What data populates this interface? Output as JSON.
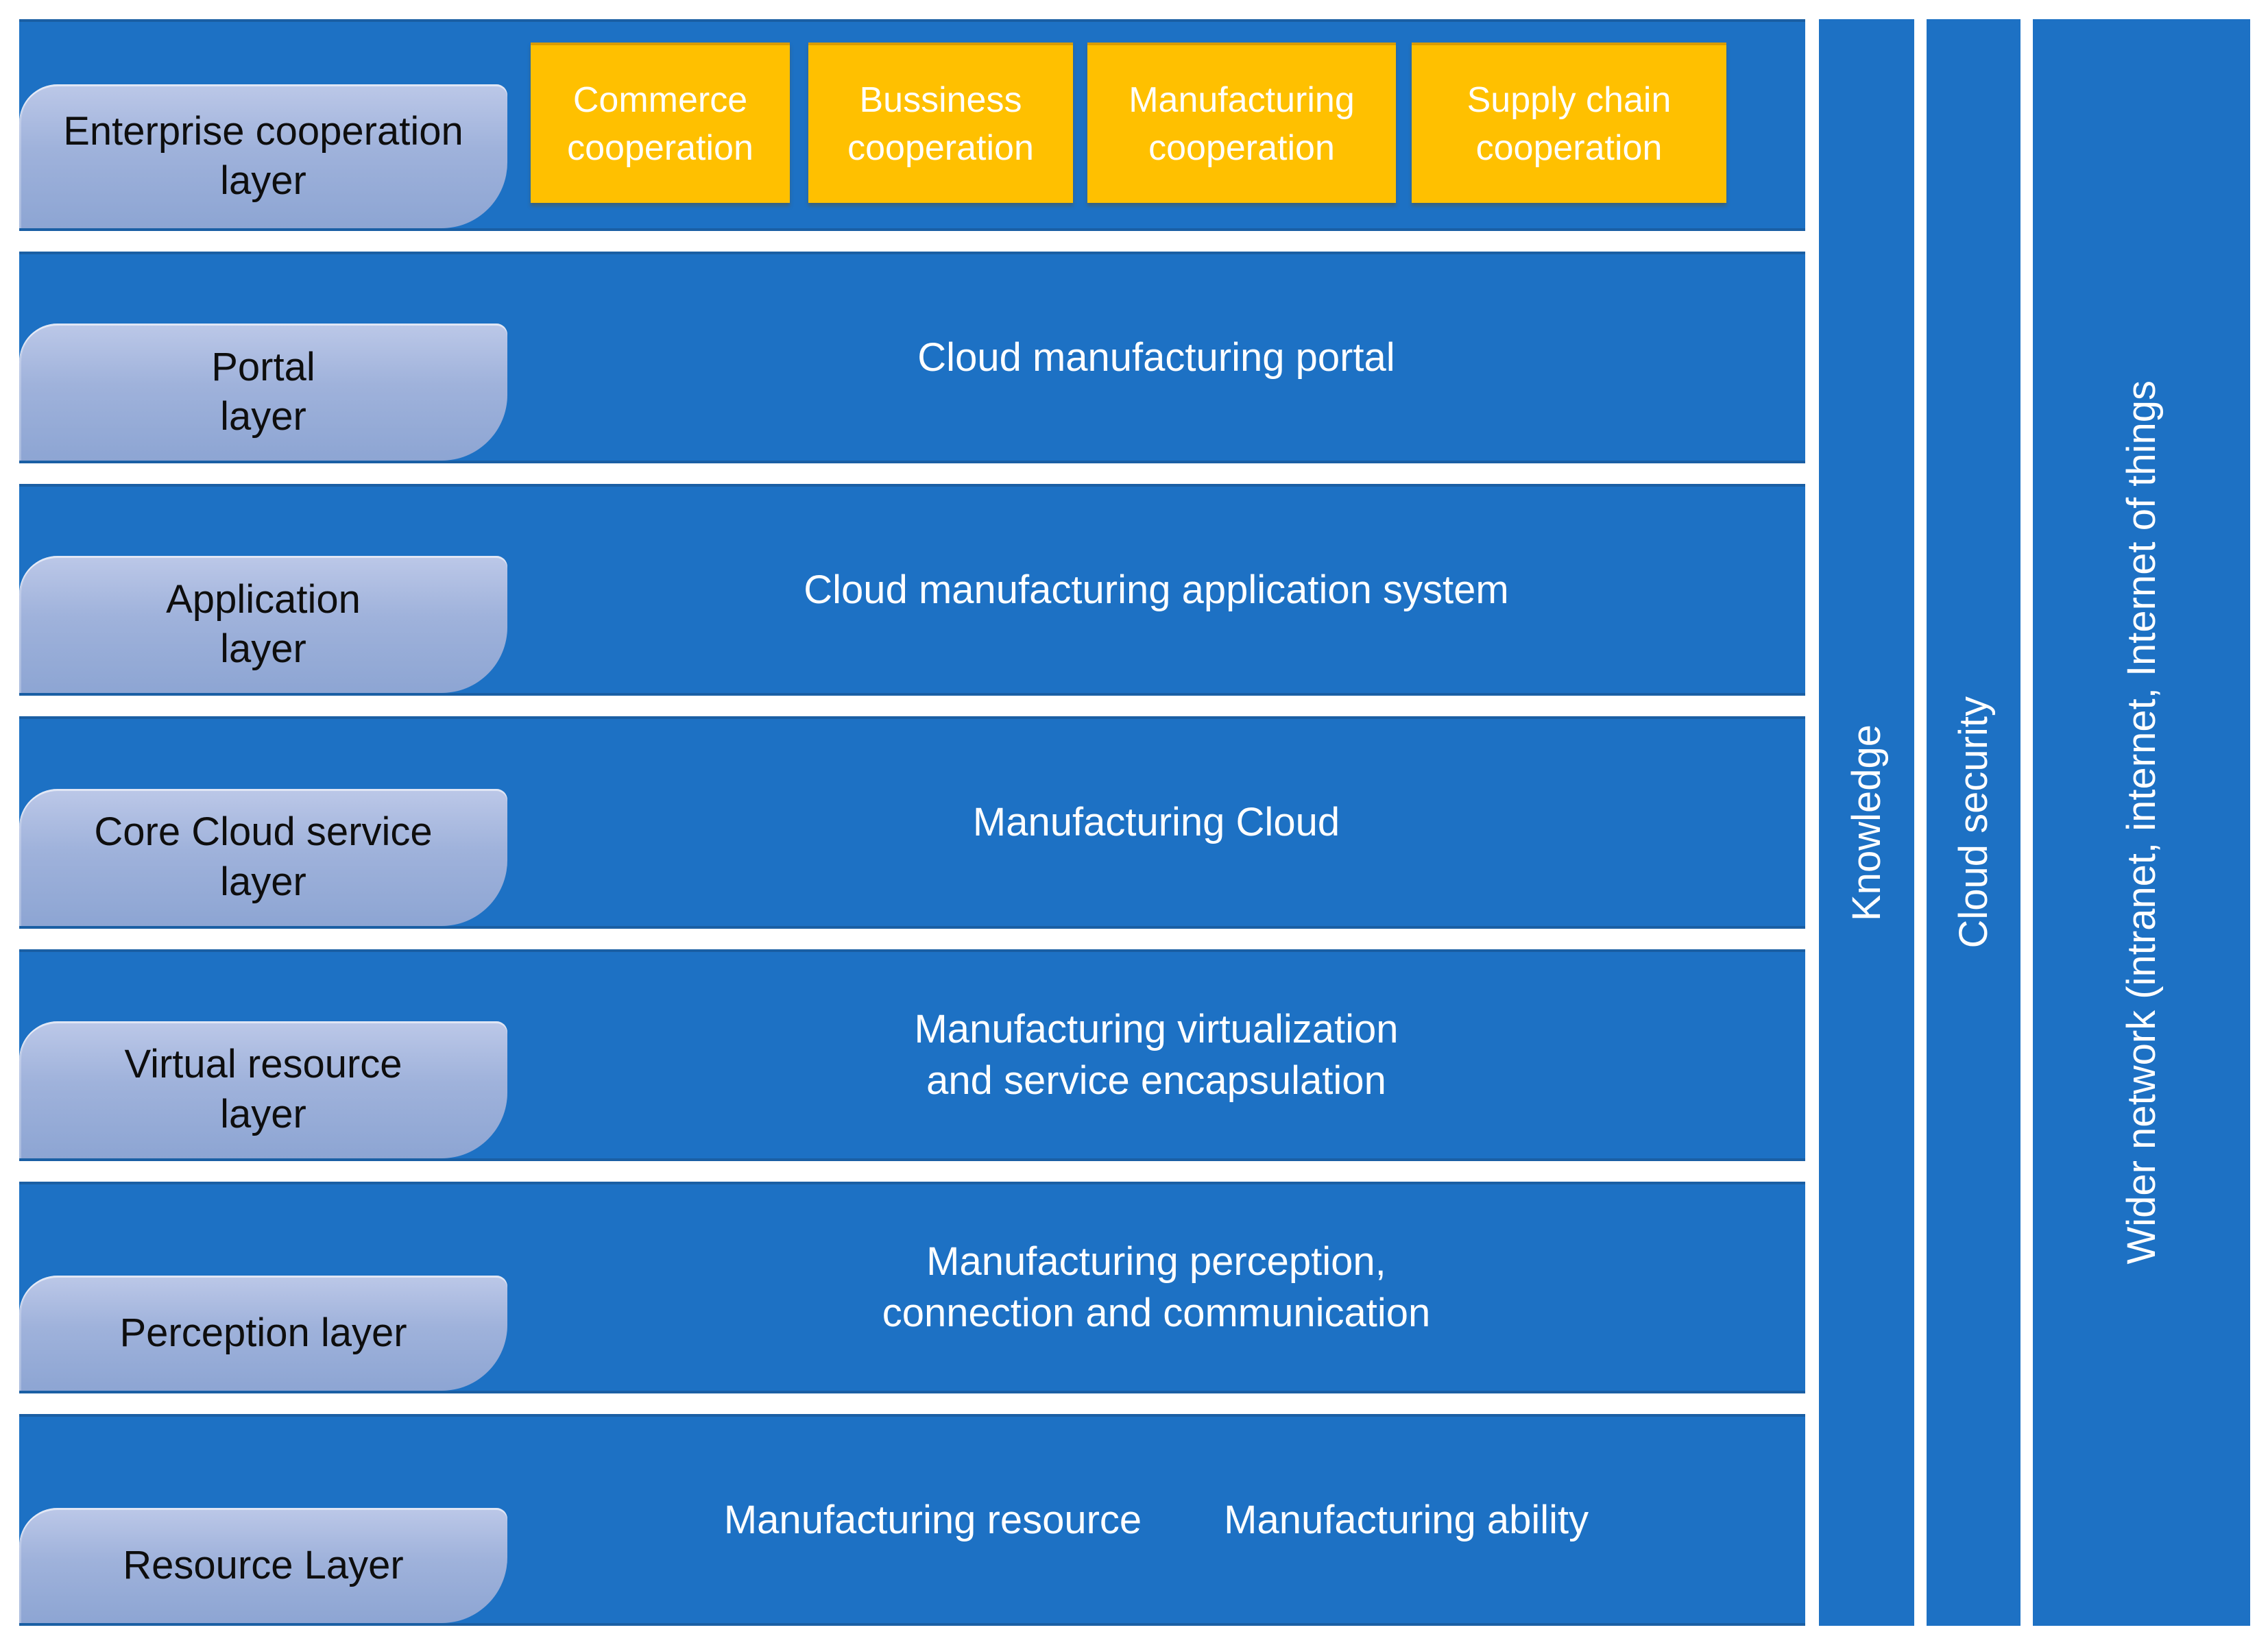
{
  "diagram": {
    "rows": [
      {
        "label": "Enterprise cooperation\nlayer",
        "content": ""
      },
      {
        "label": "Portal\nlayer",
        "content": "Cloud manufacturing portal"
      },
      {
        "label": "Application\nlayer",
        "content": "Cloud manufacturing application system"
      },
      {
        "label": "Core Cloud service\nlayer",
        "content": "Manufacturing Cloud"
      },
      {
        "label": "Virtual resource\nlayer",
        "content": "Manufacturing virtualization\nand service encapsulation"
      },
      {
        "label": "Perception layer",
        "content": "Manufacturing perception,\nconnection and communication"
      },
      {
        "label": "Resource Layer",
        "content_left": "Manufacturing resource",
        "content_right": "Manufacturing ability"
      }
    ],
    "cooperation_boxes": [
      "Commerce\ncooperation",
      "Bussiness\ncooperation",
      "Manufacturing\ncooperation",
      "Supply chain\ncooperation"
    ],
    "side_bars": [
      {
        "label": "Knowledge"
      },
      {
        "label": "Cloud security"
      },
      {
        "label": "Wider network (intranet, internet, Internet of things"
      }
    ],
    "colors": {
      "row_blue": "#1d71c4",
      "row_edge_blue": "#1a5fa4",
      "label_gradient_top": "#bcc8e8",
      "label_gradient_bottom": "#8da5d3",
      "label_text": "#0e0e0e",
      "cooperation_orange": "#ffc000",
      "text_white": "#ffffff",
      "background": "#ffffff"
    }
  }
}
